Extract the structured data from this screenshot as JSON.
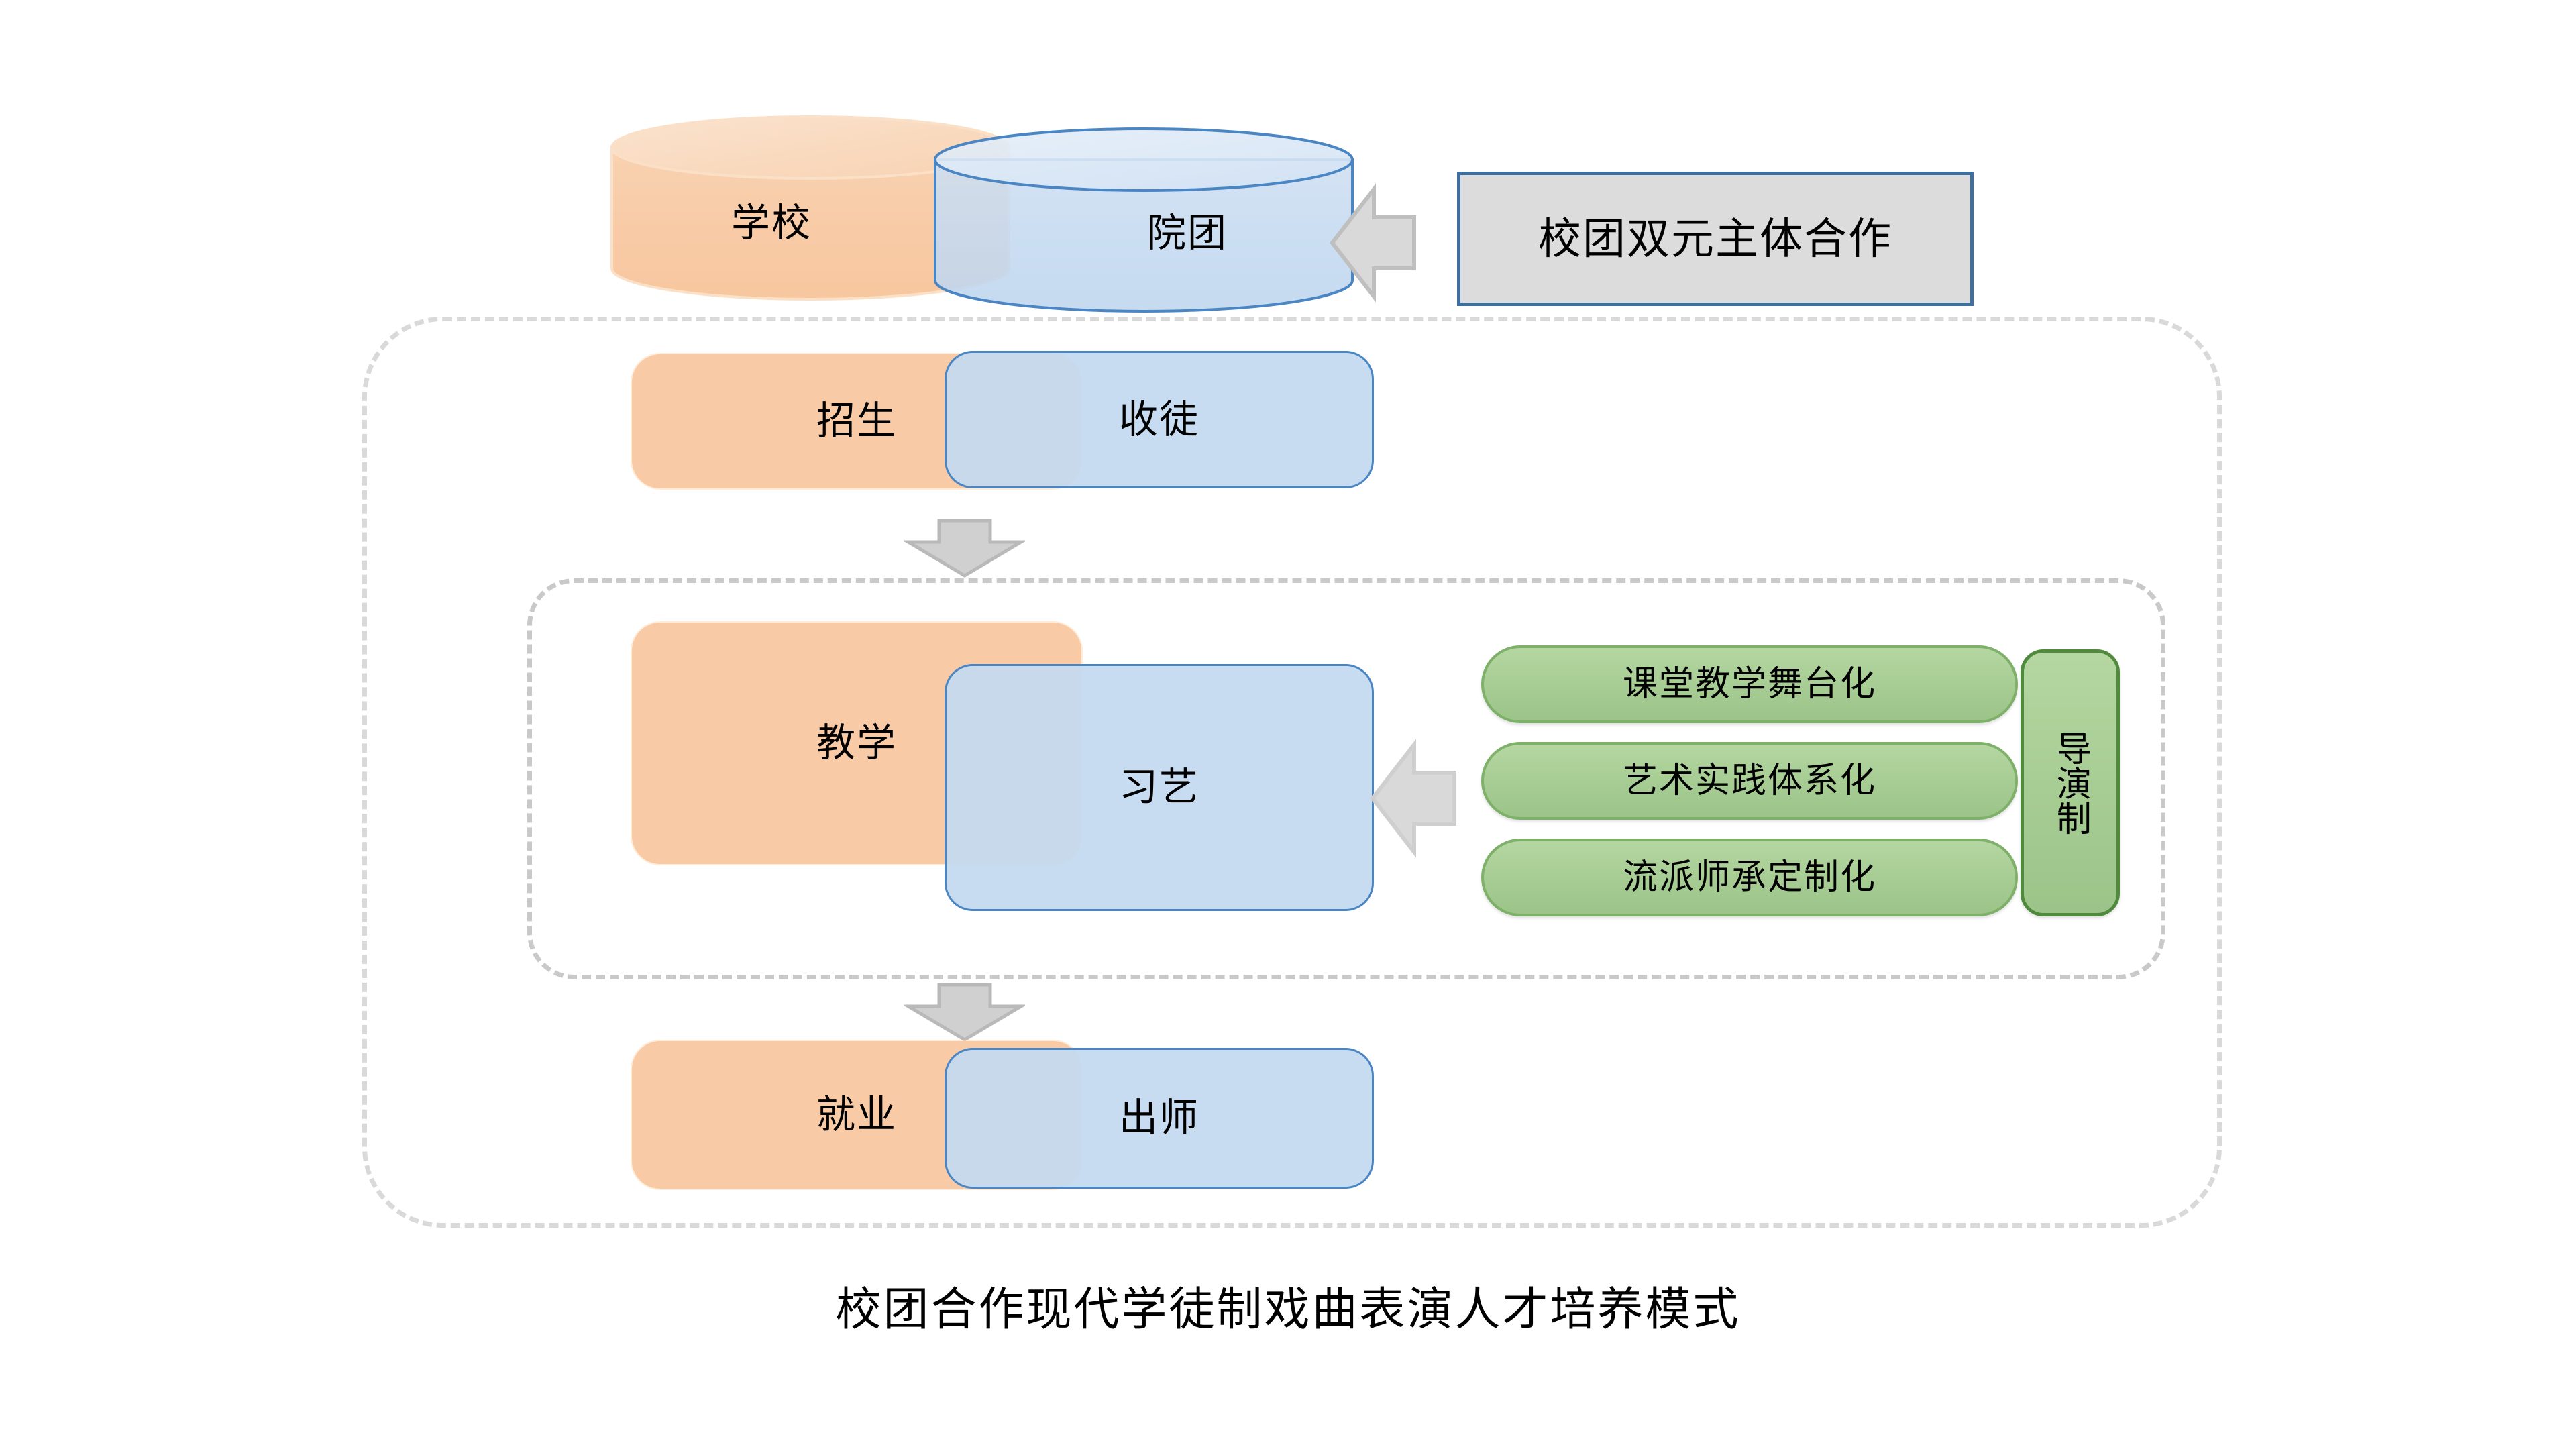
{
  "diagram": {
    "caption": "校团合作现代学徒制戏曲表演人才培养模式",
    "colors": {
      "orange_fill": "#F8CBA6",
      "blue_fill": "#C3D9F0",
      "blue_stroke": "#4A85C4",
      "green_fill": "#A6CC93",
      "green_stroke": "#7FB069",
      "green_stroke_dark": "#4F8A3D",
      "grey_arrow_fill": "#D9D9D9",
      "grey_arrow_stroke": "#BFBFBF",
      "callout_fill": "#DCDCDC",
      "callout_stroke": "#3F6F9F",
      "dashed_frame": "#D9D9D9"
    },
    "rows": [
      {
        "id": "row-subjects",
        "shape": "cylinder",
        "school_label": "学校",
        "troupe_label": "院团"
      },
      {
        "id": "row-admission",
        "shape": "rounded-box",
        "school_label": "招生",
        "troupe_label": "收徒"
      },
      {
        "id": "row-teaching",
        "shape": "rounded-box",
        "school_label": "教学",
        "troupe_label": "习艺"
      },
      {
        "id": "row-employment",
        "shape": "rounded-box",
        "school_label": "就业",
        "troupe_label": "出师"
      }
    ],
    "callout": {
      "label": "校团双元主体合作"
    },
    "teaching_features": [
      {
        "label": "课堂教学舞台化"
      },
      {
        "label": "艺术实践体系化"
      },
      {
        "label": "流派师承定制化"
      }
    ],
    "side_panel": {
      "label": "导演制"
    },
    "icons": {
      "left_arrow": "arrow-left-icon",
      "down_arrow": "arrow-down-icon"
    }
  }
}
